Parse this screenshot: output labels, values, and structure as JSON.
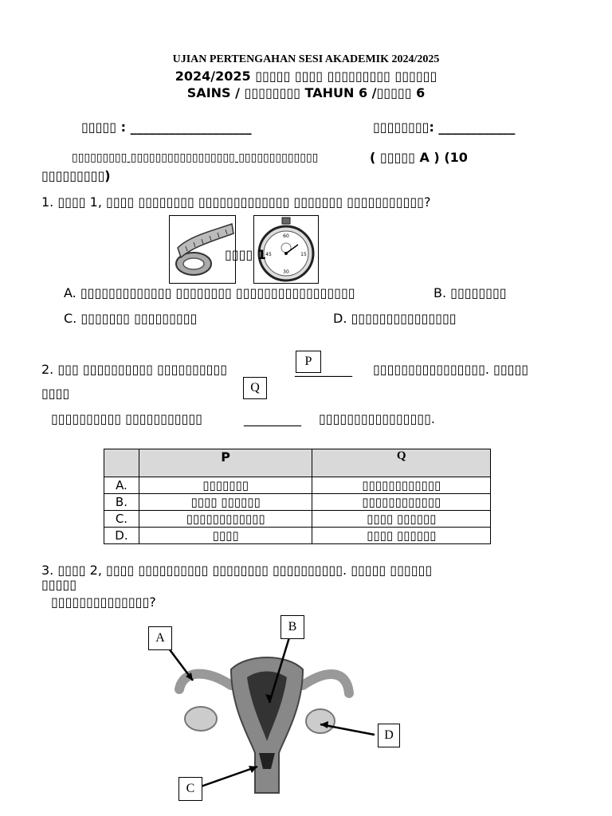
{
  "header": {
    "line1": "UJIAN PERTENGAHAN SESI AKADEMIK 2024/2025",
    "line2": "2024/2025 ▯▯▯▯▯ ▯▯▯▯ ▯▯▯▯▯▯▯▯▯ ▯▯▯▯▯▯",
    "line3": "SAINS / ▯▯▯▯▯▯▯▯   TAHUN 6 /▯▯▯▯▯ 6"
  },
  "fields": {
    "name_label": "▯▯▯▯▯ : ___________________",
    "class_label": "▯▯▯▯▯▯▯▯: ____________"
  },
  "section": {
    "instruction": "▯▯▯▯▯▯▯▯▯ ▯▯▯▯▯▯▯▯▯▯▯▯▯▯▯▯▯ ▯▯▯▯▯▯▯▯▯▯▯▯▯",
    "part": "( ▯▯▯▯▯ A )    (10",
    "marks": "▯▯▯▯▯▯▯▯▯)"
  },
  "q1": {
    "text": "1. ▯▯▯▯ 1, ▯▯▯▯ ▯▯▯▯▯▯▯▯ ▯▯▯▯▯▯▯▯▯▯▯▯▯ ▯▯▯▯▯▯▯ ▯▯▯▯▯▯▯▯▯▯▯?",
    "figure_label": "▯▯▯▯ 1",
    "optA": "A. ▯▯▯▯▯▯▯▯▯▯▯▯▯ ▯▯▯▯▯▯▯▯ ▯▯▯▯▯▯▯▯▯▯▯▯▯▯▯▯▯",
    "optB": "B. ▯▯▯▯▯▯▯▯",
    "optC": "C. ▯▯▯▯▯▯▯ ▯▯▯▯▯▯▯▯▯",
    "optD": "D. ▯▯▯▯▯▯▯▯▯▯▯▯▯▯▯"
  },
  "q2": {
    "text_a": "2. ▯▯▯  ▯▯▯▯▯▯▯▯▯▯  ▯▯▯▯▯▯▯▯▯▯",
    "blank_p": "_________",
    "text_b": "▯▯▯▯▯▯▯▯▯▯▯▯▯▯▯▯.  ▯▯▯▯▯",
    "text_c": "▯▯▯▯",
    "line2_a": "▯▯▯▯▯▯▯▯▯▯ ▯▯▯▯▯▯▯▯▯▯▯",
    "blank_q": "_________",
    "line2_b": "▯▯▯▯▯▯▯▯▯▯▯▯▯▯▯▯.",
    "label_p": "P",
    "label_q": "Q",
    "table": {
      "headers": [
        "",
        "P",
        "Q"
      ],
      "rows": [
        [
          "A.",
          "▯▯▯▯▯▯▯",
          "▯▯▯▯▯▯▯▯▯▯▯▯"
        ],
        [
          "B.",
          "▯▯▯▯ ▯▯▯▯▯▯",
          "▯▯▯▯▯▯▯▯▯▯▯▯"
        ],
        [
          "C.",
          "▯▯▯▯▯▯▯▯▯▯▯▯",
          "▯▯▯▯ ▯▯▯▯▯▯"
        ],
        [
          "D.",
          "▯▯▯▯",
          "▯▯▯▯ ▯▯▯▯▯▯"
        ]
      ]
    }
  },
  "q3": {
    "line1": "3. ▯▯▯▯ 2, ▯▯▯▯ ▯▯▯▯▯▯▯▯▯▯ ▯▯▯▯▯▯▯▯ ▯▯▯▯▯▯▯▯▯▯. ▯▯▯▯▯ ▯▯▯▯▯▯",
    "line2": "▯▯▯▯▯",
    "line3": "▯▯▯▯▯▯▯▯▯▯▯▯▯▯?",
    "labels": [
      "A",
      "B",
      "C",
      "D"
    ]
  }
}
